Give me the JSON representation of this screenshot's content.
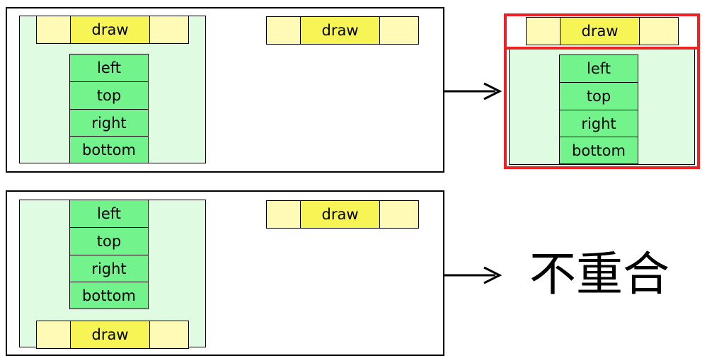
{
  "colors": {
    "panel_fill": "#dffbe1",
    "stack_fill": "#73f38c",
    "bar_outer_fill": "#fffab5",
    "bar_center_fill": "#f7f455",
    "highlight": "#ee2222"
  },
  "labels": {
    "draw": "draw",
    "left": "left",
    "top": "top",
    "right": "right",
    "bottom": "bottom",
    "mismatch": "不重合"
  }
}
